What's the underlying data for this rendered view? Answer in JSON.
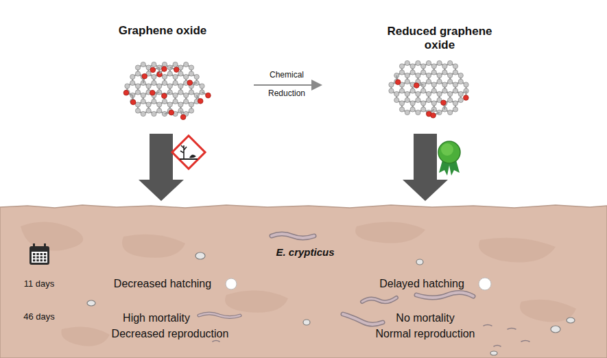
{
  "diagram": {
    "nodes": [
      {
        "text": [
          "E. crypticus",
          "11 days",
          "46 days",
          "Decreased hatching",
          "High mortality",
          "Decreased reproduction",
          "Delayed hatching",
          "No mortality",
          "Normal reproduction"
        ]
      }
    ],
    "labels": [
      "Graphene oxide",
      "Reduced graphene oxide",
      "Chemical",
      "Reduction"
    ]
  }
}
